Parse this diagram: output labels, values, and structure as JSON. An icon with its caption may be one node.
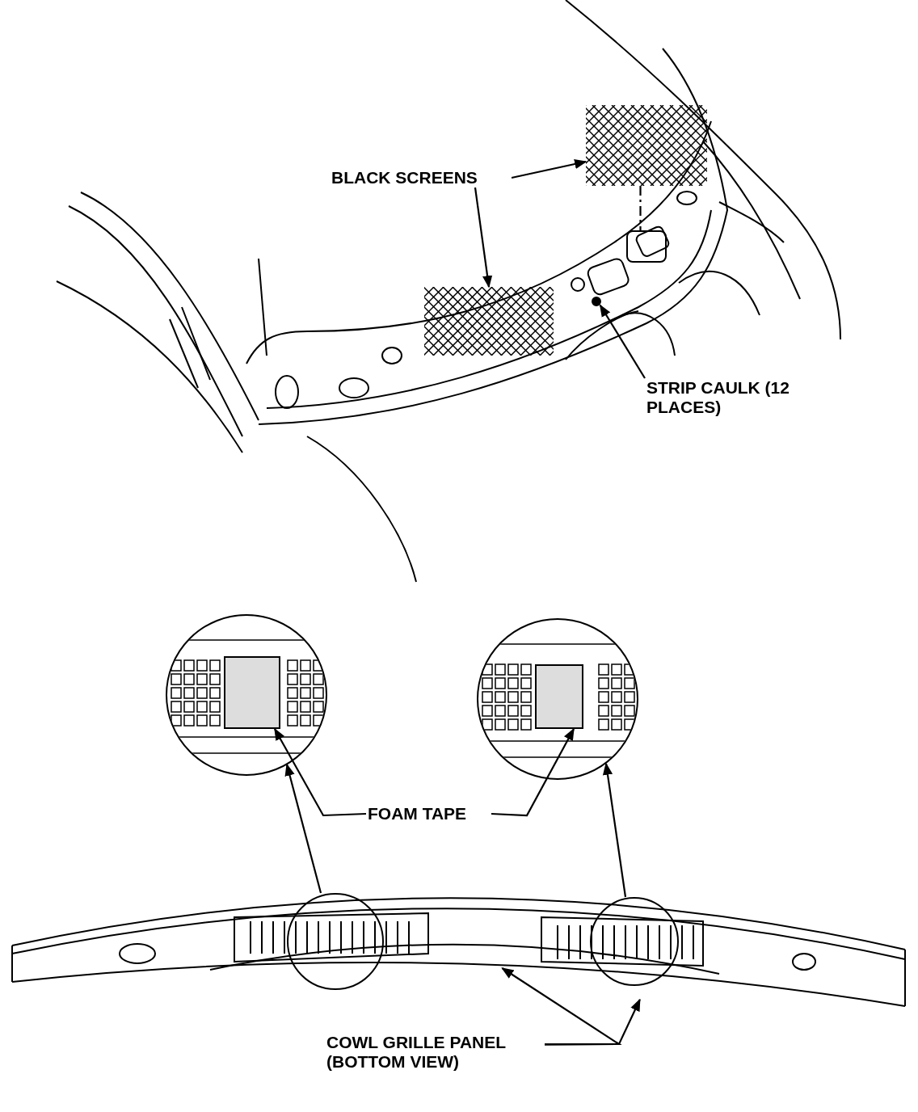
{
  "diagram": {
    "nodes": [
      {
        "text": [
          "BLACK SCREENS"
        ]
      },
      {
        "text": [],
        "shape": "picture"
      },
      {
        "text": [],
        "shape": "picture"
      },
      {
        "text": [],
        "shape": "box"
      },
      {
        "text": [
          "STRIP CAULK (12 PLACES)"
        ]
      },
      {
        "text": [],
        "shape": "circle"
      },
      {
        "text": [],
        "shape": "circle"
      },
      {
        "text": [],
        "shape": "box",
        "in": 6
      },
      {
        "text": [],
        "shape": "circle"
      },
      {
        "text": [],
        "shape": "box",
        "in": 8
      },
      {
        "text": [
          "FOAM TAPE"
        ]
      },
      {
        "text": [],
        "shape": "picture"
      },
      {
        "text": [],
        "shape": "circle",
        "in": 11
      },
      {
        "text": [],
        "shape": "circle",
        "in": 11
      },
      {
        "text": [
          "COWL GRILLE PANEL (BOTTOM VIEW)"
        ]
      }
    ],
    "edges": [
      {
        "from": 0,
        "to": 1,
        "arrow": "to"
      },
      {
        "from": 0,
        "to": 2,
        "arrow": "to"
      },
      {
        "from": 1,
        "to": 3,
        "arrow": "none",
        "style": "dashed"
      },
      {
        "from": 4,
        "to": 5,
        "arrow": "to"
      },
      {
        "from": 10,
        "to": 7,
        "arrow": "to"
      },
      {
        "from": 10,
        "to": 9,
        "arrow": "to"
      },
      {
        "from": 12,
        "to": 6,
        "arrow": "to"
      },
      {
        "from": 13,
        "to": 8,
        "arrow": "to"
      },
      {
        "from": 14,
        "to": 11,
        "arrow": "to"
      },
      {
        "from": 14,
        "to": 11,
        "arrow": "to"
      }
    ]
  }
}
